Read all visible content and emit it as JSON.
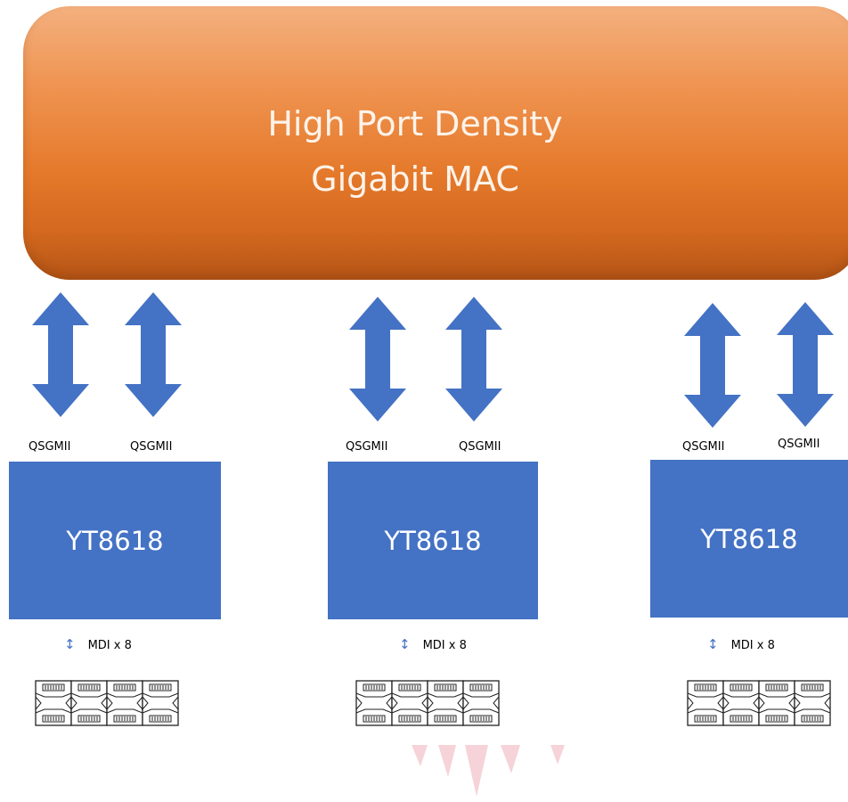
{
  "mac": {
    "line1": "High Port Density",
    "line2": "Gigabit MAC"
  },
  "interfaces": [
    "QSGMII",
    "QSGMII",
    "QSGMII",
    "QSGMII",
    "QSGMII",
    "QSGMII"
  ],
  "chips": [
    {
      "label": "YT8618",
      "mdi": "MDI x 8"
    },
    {
      "label": "YT8618",
      "mdi": "MDI x 8"
    },
    {
      "label": "YT8618",
      "mdi": "MDI x 8"
    }
  ],
  "colors": {
    "chip": "#4472c4",
    "arrow": "#4472c4",
    "mac_top": "#f4b07e",
    "mac_bottom": "#b55516"
  }
}
